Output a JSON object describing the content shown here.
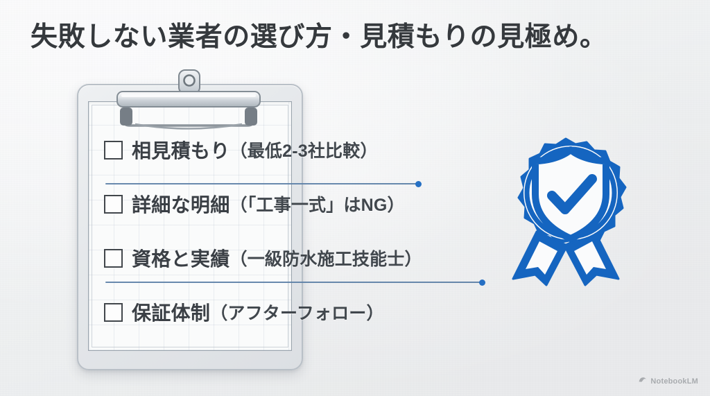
{
  "slide": {
    "title": "失敗しない業者の選び方・見積もりの見極め。",
    "background_color": "#eef0f1",
    "title_color": "#35393d",
    "accent_color": "#1565c0",
    "divider_color": "#5b7fa6"
  },
  "checklist": {
    "items": [
      {
        "checkbox": "□",
        "label": "相見積もり",
        "detail": "（最低2-3社比較）"
      },
      {
        "checkbox": "□",
        "label": "詳細な明細",
        "detail": "（「工事一式」はNG）"
      },
      {
        "checkbox": "□",
        "label": "資格と実績",
        "detail": "（一級防水施工技能士）"
      },
      {
        "checkbox": "□",
        "label": "保証体制",
        "detail": "（アフターフォロー）"
      }
    ]
  },
  "illustration": {
    "clipboard_name": "clipboard",
    "badge_name": "quality-assurance-badge",
    "badge_color": "#1565c0"
  },
  "watermark": {
    "label": "NotebookLM",
    "icon": "notebooklm-logo-icon"
  }
}
